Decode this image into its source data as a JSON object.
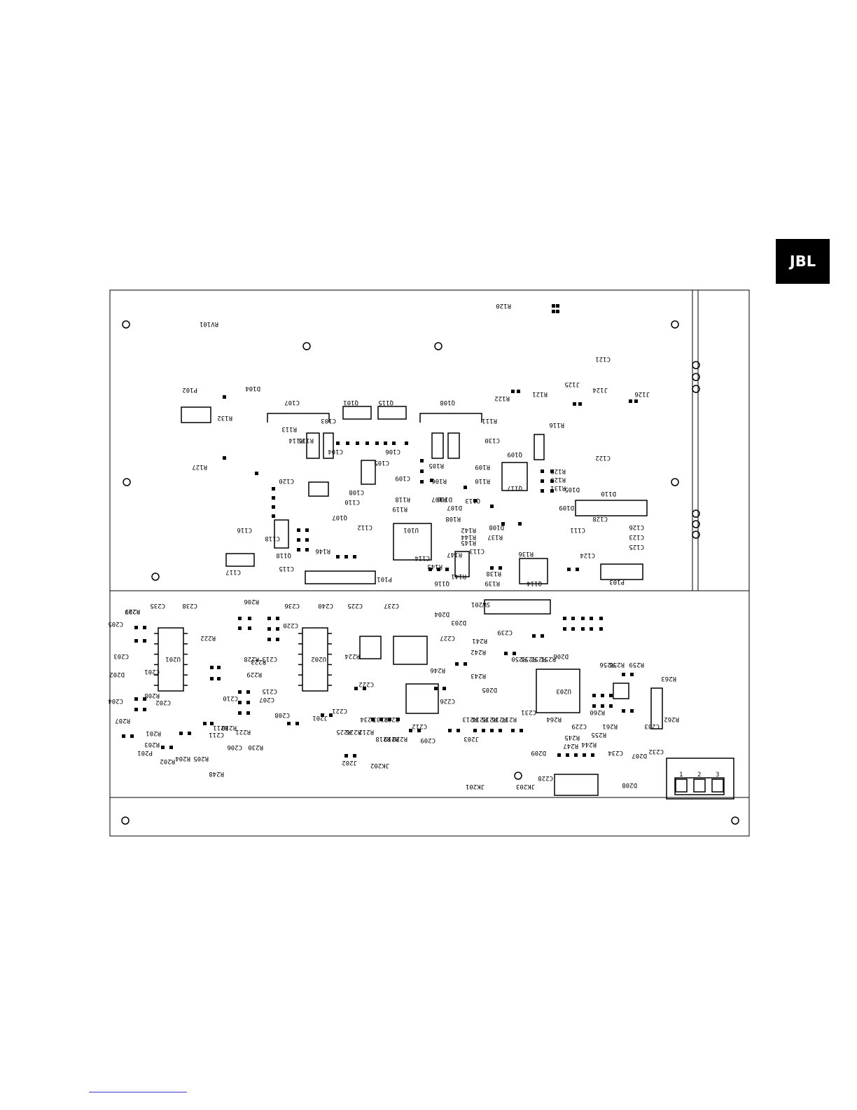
{
  "logo": {
    "text": "JBL"
  },
  "top_board": {
    "labels": [
      "RV101",
      "P102",
      "R132",
      "D104",
      "R127",
      "C107",
      "Q101",
      "Q115",
      "Q108",
      "R122",
      "R121",
      "C121",
      "C122",
      "J124",
      "J126",
      "R120",
      "J125",
      "C130",
      "Q109",
      "Q117",
      "R118",
      "R119",
      "C105",
      "D110",
      "C128",
      "C126",
      "C123",
      "C125",
      "C124",
      "P103",
      "Q114",
      "D109",
      "R136",
      "C113",
      "P101",
      "U101",
      "C114",
      "D108",
      "Q107",
      "R137",
      "R138",
      "R139",
      "R141",
      "R143",
      "R147",
      "R145",
      "R144",
      "R142",
      "R146",
      "C117",
      "C116",
      "C118",
      "Q118",
      "C111",
      "Q116",
      "Q113",
      "R113",
      "R114",
      "R115",
      "C103",
      "C104",
      "C106",
      "C108",
      "C109",
      "C110",
      "C112",
      "C115",
      "C120",
      "R105",
      "R106",
      "R107",
      "R108",
      "R109",
      "R110",
      "R111",
      "R116",
      "R128",
      "R129",
      "R131",
      "D105",
      "D106",
      "D107"
    ]
  },
  "bottom_board": {
    "labels": [
      "R209",
      "C235",
      "C238",
      "C236",
      "C240",
      "C225",
      "C237",
      "R206",
      "C205",
      "C220",
      "R222",
      "D202",
      "C204",
      "C201",
      "R208",
      "R207",
      "R201",
      "R204",
      "R205",
      "U201",
      "U202",
      "U203",
      "C211",
      "C210",
      "C213",
      "R224",
      "R234",
      "R233",
      "R232",
      "R228",
      "R229",
      "R230",
      "C221",
      "C222",
      "R223",
      "C215",
      "D204",
      "D203",
      "R241",
      "R242",
      "R243",
      "C227",
      "R246",
      "C226",
      "C212",
      "C209",
      "R213",
      "R214",
      "R215",
      "R216",
      "R217",
      "C231",
      "C239",
      "D205",
      "R250",
      "R252",
      "R253",
      "R251",
      "R255",
      "R256",
      "R258",
      "R259",
      "R260",
      "R261",
      "R262",
      "R263",
      "R264",
      "C234",
      "C232",
      "C233",
      "D206",
      "D207",
      "D208",
      "D209",
      "C228",
      "C229",
      "R244",
      "R245",
      "R247",
      "R248",
      "JK201",
      "JK202",
      "JK203",
      "SW201",
      "P201",
      "R202",
      "R203",
      "C202",
      "C203",
      "C206",
      "C207",
      "C208",
      "J201",
      "J202",
      "J203",
      "R218",
      "R219",
      "R220",
      "R221",
      "R210",
      "R211",
      "R212",
      "R225",
      "R226",
      "R227"
    ],
    "ua201_pins": [
      "1",
      "2",
      "3"
    ]
  }
}
